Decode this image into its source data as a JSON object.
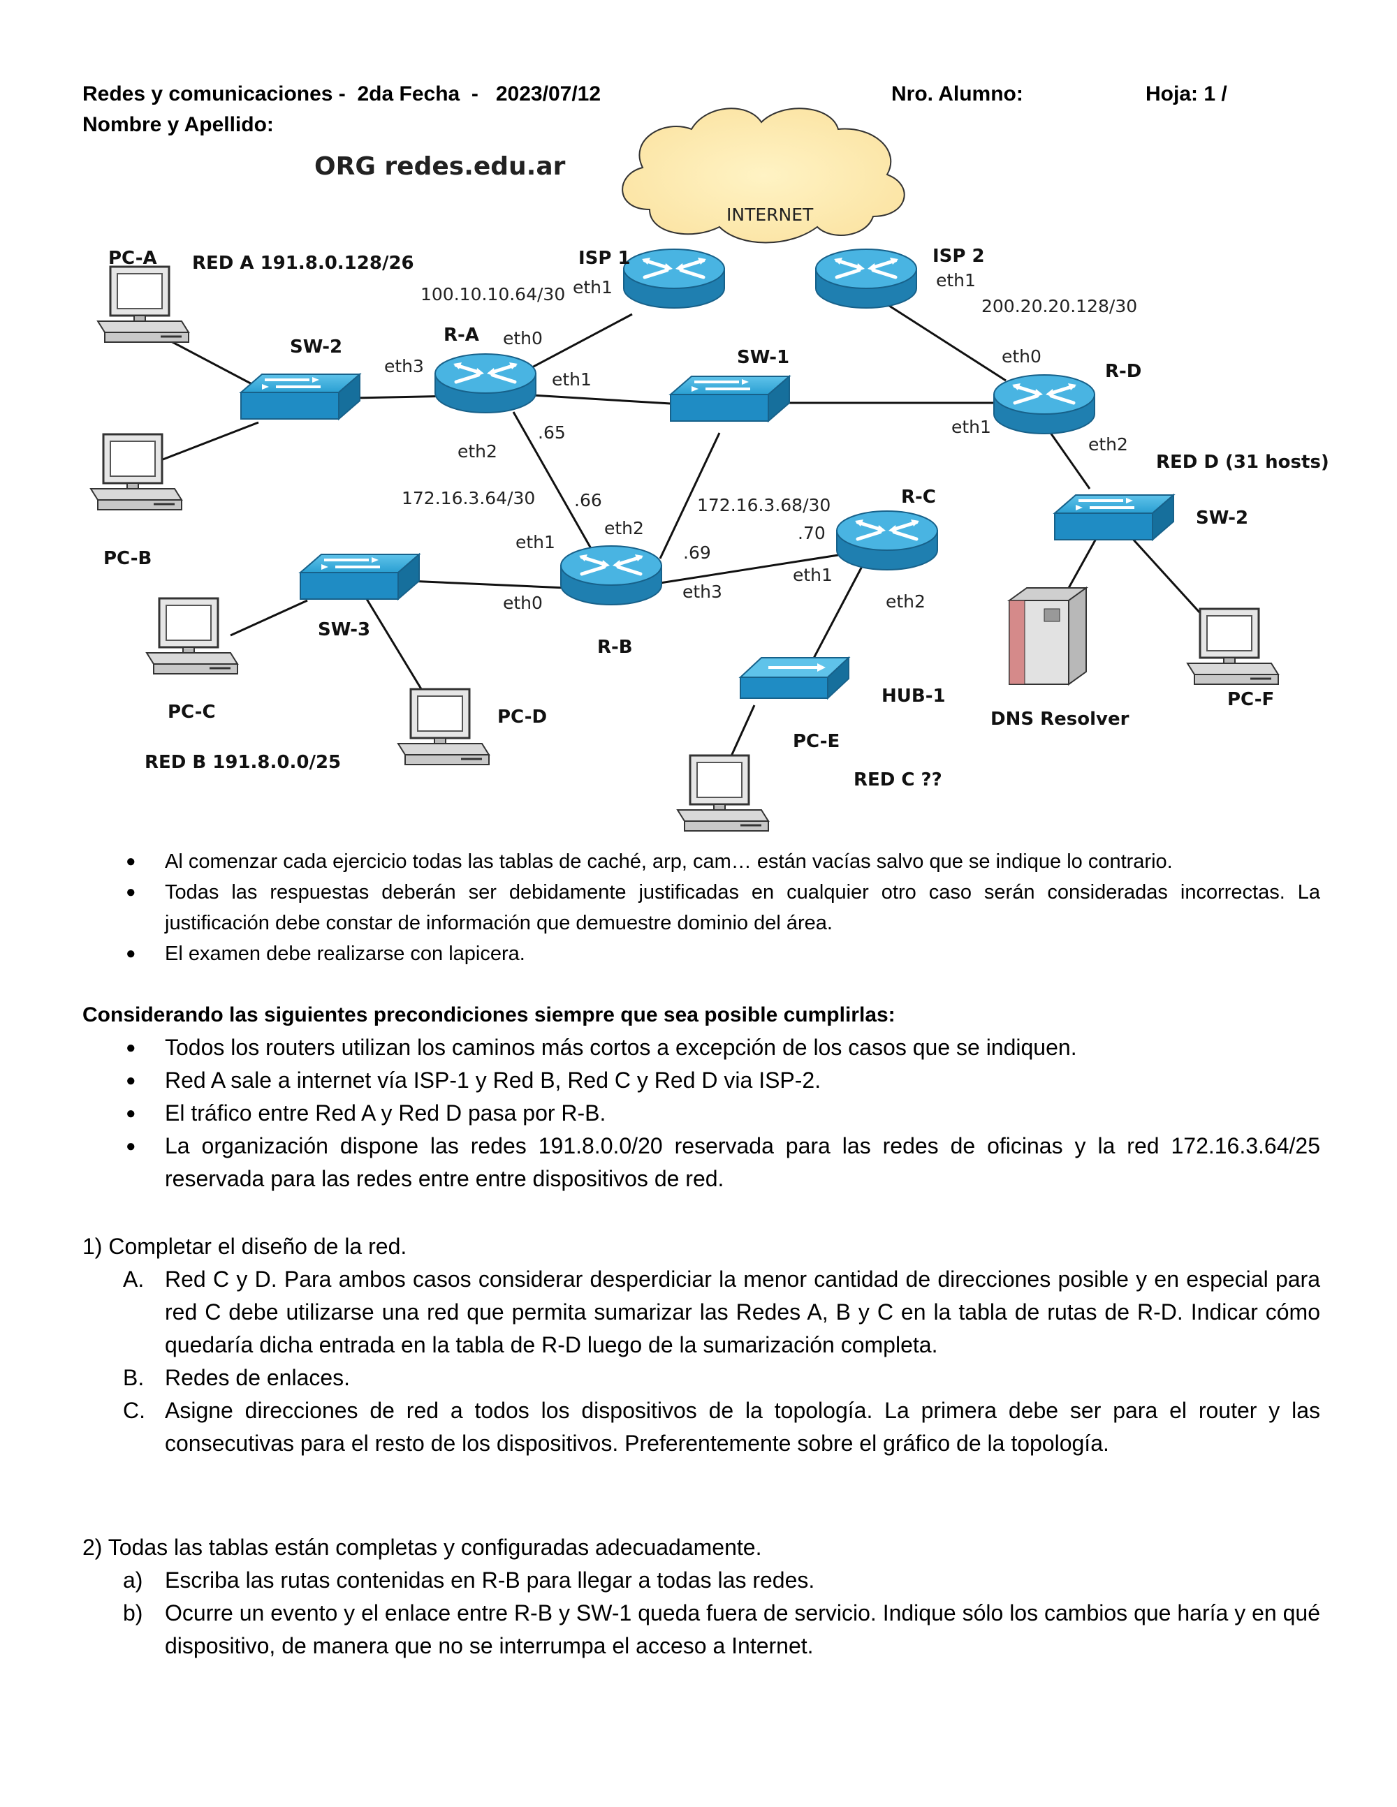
{
  "header": {
    "course": "Redes y comunicaciones -  2da Fecha  -   2023/07/12",
    "student_no": "Nro. Alumno:",
    "sheet": "Hoja: 1 /",
    "name": "Nombre y Apellido:"
  },
  "diagram": {
    "title": "ORG redes.edu.ar",
    "internet": "INTERNET",
    "devices": {
      "isp1": "ISP 1",
      "isp2": "ISP 2",
      "ra": "R-A",
      "rb": "R-B",
      "rc": "R-C",
      "rd": "R-D",
      "sw1": "SW-1",
      "sw2_left": "SW-2",
      "sw2_right": "SW-2",
      "sw3": "SW-3",
      "hub1": "HUB-1",
      "pca": "PC-A",
      "pcb": "PC-B",
      "pcc": "PC-C",
      "pcd": "PC-D",
      "pce": "PC-E",
      "pcf": "PC-F",
      "dns": "DNS Resolver"
    },
    "networks": {
      "red_a": "RED A  191.8.0.128/26",
      "red_b": "RED B  191.8.0.0/25",
      "red_c": "RED C   ??",
      "red_d": "RED D (31 hosts)",
      "isp1_link": "100.10.10.64/30",
      "isp2_link": "200.20.20.128/30",
      "ra_rb_link": "172.16.3.64/30",
      "rb_rc_link": "172.16.3.68/30"
    },
    "iface": {
      "isp1_eth1": "eth1",
      "isp2_eth1": "eth1",
      "ra_eth0": "eth0",
      "ra_eth1": "eth1",
      "ra_eth2": "eth2",
      "ra_eth3": "eth3",
      "rb_eth0": "eth0",
      "rb_eth1": "eth1",
      "rb_eth2": "eth2",
      "rb_eth3": "eth3",
      "rc_eth1": "eth1",
      "rc_eth2": "eth2",
      "rd_eth0": "eth0",
      "rd_eth1": "eth1",
      "rd_eth2": "eth2",
      "h65": ".65",
      "h66": ".66",
      "h69": ".69",
      "h70": ".70"
    }
  },
  "notes": [
    "Al comenzar cada ejercicio todas las tablas de caché, arp, cam… están vacías salvo que se indique lo contrario.",
    "Todas las respuestas deberán ser debidamente justificadas en cualquier otro caso serán consideradas incorrectas. La justificación debe constar de información que demuestre dominio del área.",
    "El examen debe realizarse con lapicera."
  ],
  "preconditions": {
    "heading": "Considerando las siguientes precondiciones siempre que sea posible cumplirlas:",
    "items": [
      "Todos los routers utilizan los caminos más cortos a excepción de los casos que se indiquen.",
      "Red A sale a internet vía ISP-1 y Red B, Red C y Red D via ISP-2.",
      "El tráfico entre Red A y Red D pasa por R-B.",
      "La organización dispone las redes 191.8.0.0/20 reservada para las redes de oficinas y la red 172.16.3.64/25 reservada para las redes entre entre dispositivos de red."
    ]
  },
  "q1": {
    "title": "1) Completar el diseño de la red.",
    "items": [
      {
        "mark": "A.",
        "text": "Red C y D. Para ambos casos considerar desperdiciar la menor cantidad de direcciones posible y en especial para red C debe utilizarse una red que permita sumarizar las Redes A, B y C en la tabla de rutas de R-D. Indicar cómo quedaría dicha entrada en la tabla de R-D luego de la sumarización completa."
      },
      {
        "mark": "B.",
        "text": "Redes de enlaces."
      },
      {
        "mark": "C.",
        "text": "Asigne direcciones de red a todos los dispositivos de la topología. La primera debe ser para el router y las consecutivas para el resto de los dispositivos. Preferentemente sobre el gráfico de la topología."
      }
    ]
  },
  "q2": {
    "title": "2)  Todas las tablas están completas y configuradas adecuadamente.",
    "items": [
      {
        "mark": "a)",
        "text": "Escriba las rutas contenidas en R-B para llegar a todas las redes."
      },
      {
        "mark": "b)",
        "text": "Ocurre un evento y el enlace entre R-B y SW-1 queda fuera de servicio. Indique sólo los cambios que haría y en qué dispositivo, de manera que no se interrumpa el acceso a Internet."
      }
    ]
  }
}
